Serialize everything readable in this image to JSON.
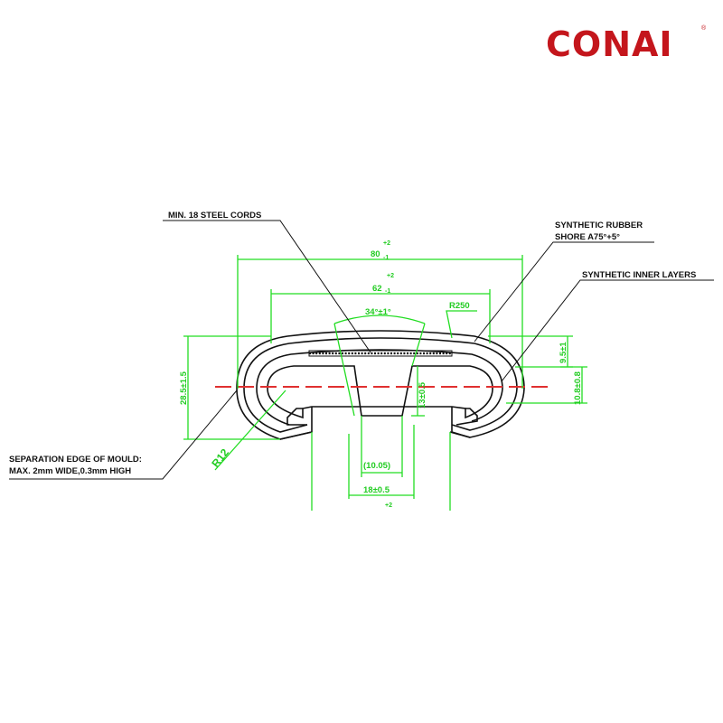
{
  "brand": {
    "name": "CONAI",
    "registered": "®",
    "color": "#c4161c"
  },
  "colors": {
    "dimension": "#22dd22",
    "centerline": "#e03030",
    "profile": "#111111"
  },
  "labels": {
    "steel_cords": "MIN.  18 STEEL CORDS",
    "rubber_line1": "SYNTHETIC RUBBER",
    "rubber_line2": "SHORE A75°+5°",
    "inner_layers": "SYNTHETIC INNER LAYERS",
    "mould_line1": "SEPARATION EDGE OF MOULD:",
    "mould_line2": "MAX. 2mm WIDE,0.3mm HIGH"
  },
  "dimensions": {
    "width_outer": "80",
    "width_outer_tol_plus": "+2",
    "width_outer_tol_minus": "-1",
    "width_inner": "62",
    "width_inner_tol_plus": "+2",
    "width_inner_tol_minus": "-1",
    "radius_top": "R250",
    "angle": "34°±1°",
    "height_total": "28.5±1.5",
    "height_right": "9.5±1",
    "height_lip": "10.8±0.8",
    "slot_depth": "13±0.5",
    "slot_bottom": "(10.05)",
    "slot_width": "18±0.5",
    "slot_width_tol": "+2",
    "radius_left": "R12"
  }
}
